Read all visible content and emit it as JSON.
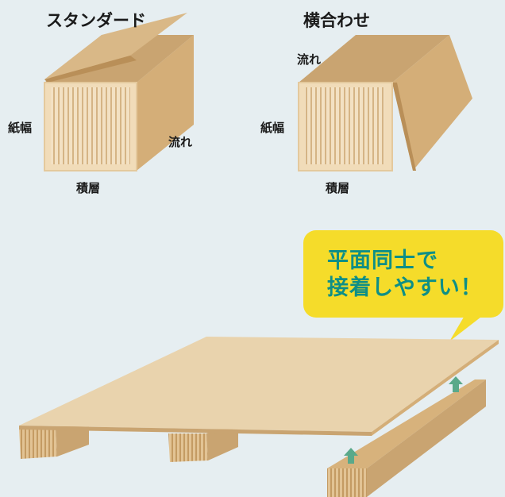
{
  "standard": {
    "title": "スタンダード",
    "width_label": "紙幅",
    "flow_label": "流れ",
    "layer_label": "積層"
  },
  "cross": {
    "title": "横合わせ",
    "width_label": "紙幅",
    "flow_label": "流れ",
    "layer_label": "積層"
  },
  "callout": {
    "line1": "平面同士で",
    "line2": "接着しやすい！"
  },
  "colors": {
    "background": "#e6eef1",
    "cardboard_top": "#c9a471",
    "cardboard_side": "#d9b887",
    "cardboard_face": "#f1dcb9",
    "flute": "#d8b98c",
    "callout_bg": "#f5dc2a",
    "callout_text": "#0e8f86",
    "arrow": "#5aa98a"
  }
}
